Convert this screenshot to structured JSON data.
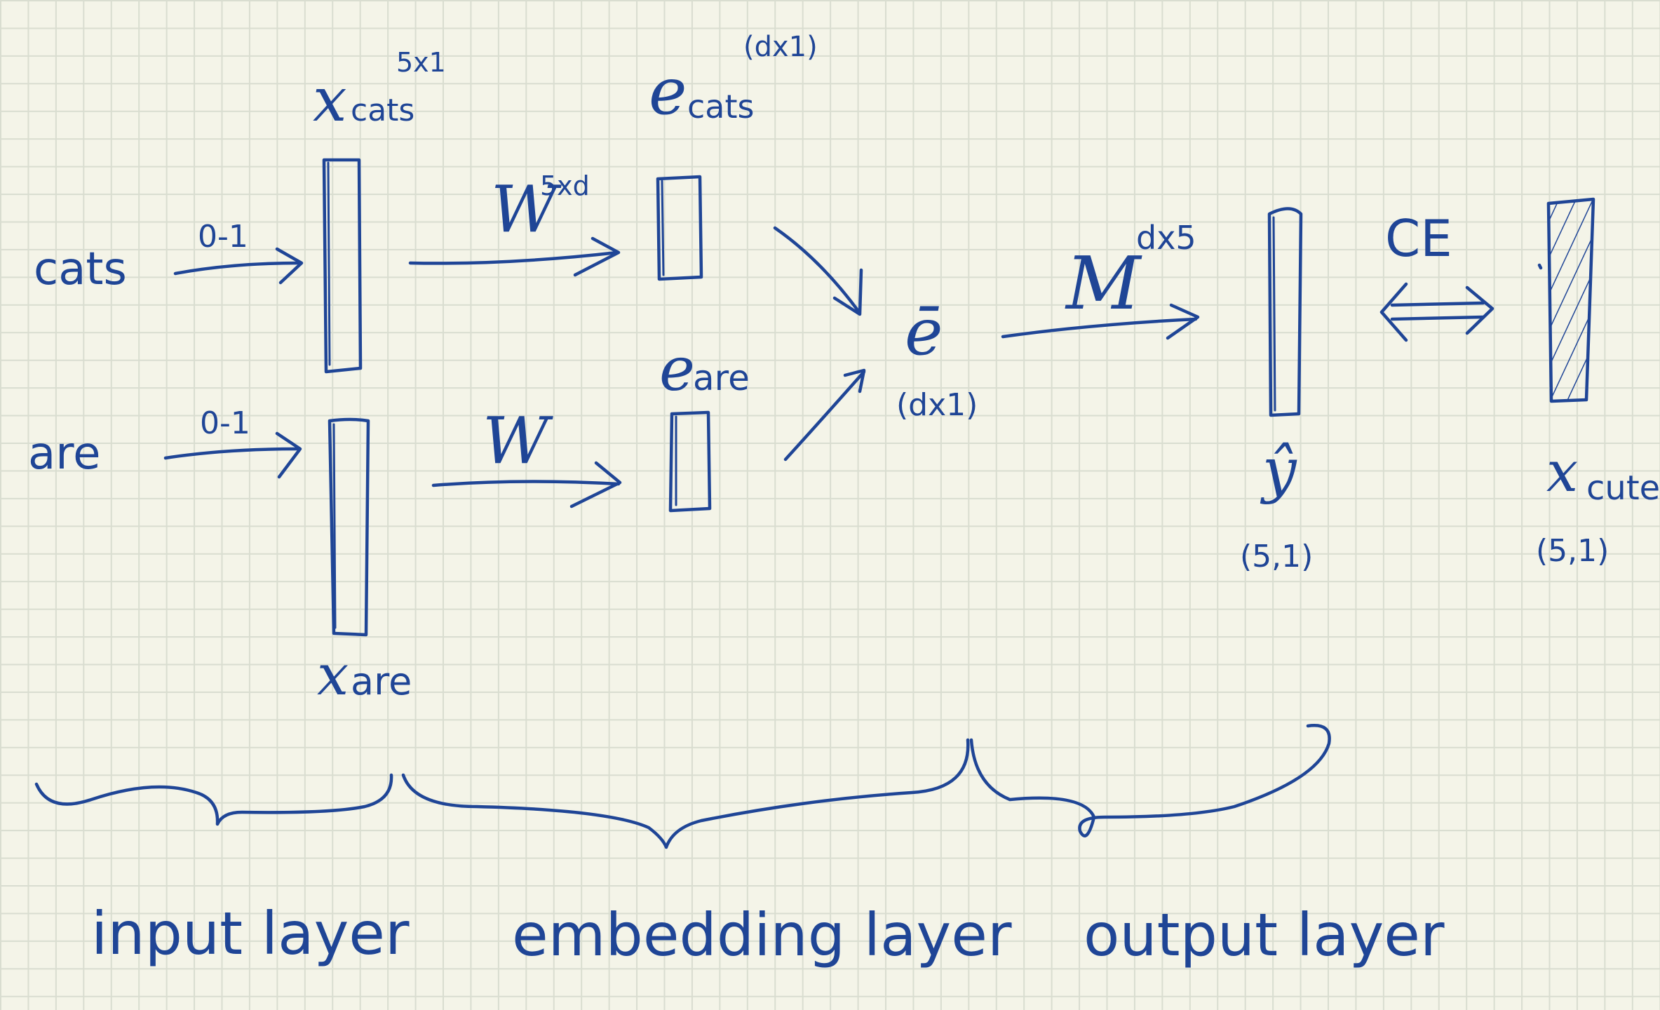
{
  "inputs": {
    "cats": {
      "word": "cats",
      "encoding": "0-1",
      "vector": "x",
      "vector_sub": "cats",
      "shape": "5x1"
    },
    "are": {
      "word": "are",
      "encoding": "0-1",
      "vector": "x",
      "vector_sub": "are"
    }
  },
  "weights": {
    "embed_top": {
      "symbol": "W",
      "shape": "5xd"
    },
    "embed_bottom": {
      "symbol": "W"
    },
    "output": {
      "symbol": "M",
      "shape": "dx5"
    }
  },
  "embeddings": {
    "cats": {
      "symbol": "e",
      "sub": "cats",
      "shape": "(dx1)"
    },
    "are": {
      "symbol": "e",
      "sub": "are"
    },
    "mean": {
      "symbol": "ē",
      "shape": "(dx1)"
    }
  },
  "output": {
    "prediction": {
      "symbol": "ŷ",
      "shape": "(5,1)"
    },
    "loss": "CE",
    "target": {
      "symbol": "x",
      "sub": "cute",
      "shape": "(5,1)"
    }
  },
  "layers": {
    "input": "input layer",
    "embedding": "embedding layer",
    "output": "output layer"
  },
  "ink_color": "#1f4596"
}
